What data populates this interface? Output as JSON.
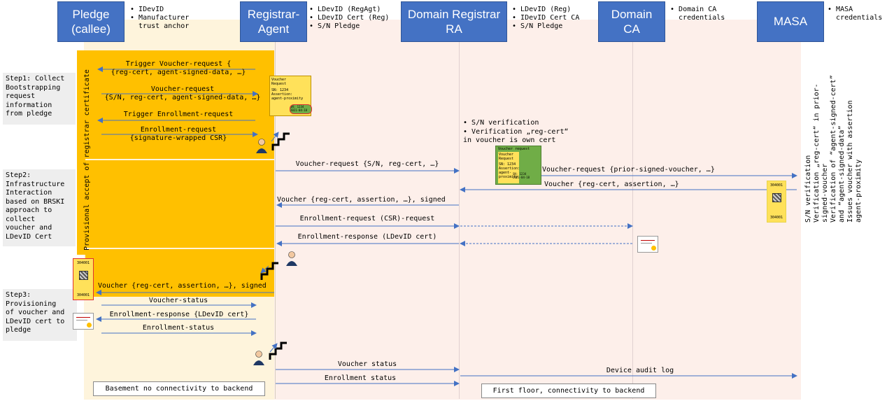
{
  "actors": {
    "pledge": "Pledge\n(callee)",
    "registrar_agent": "Registrar-\nAgent",
    "domain_registrar": "Domain Registrar\nRA",
    "domain_ca": "Domain\nCA",
    "masa": "MASA"
  },
  "credentials": {
    "pledge": [
      "IDevID",
      "Manufacturer\n  trust anchor"
    ],
    "registrar_agent": [
      "LDevID (RegAgt)",
      "LDevID Cert (Reg)",
      "S/N Pledge"
    ],
    "domain_registrar": [
      "LDevID (Reg)",
      "IDevID Cert CA",
      "S/N Pledge"
    ],
    "domain_ca": [
      "Domain CA\n  credentials"
    ],
    "masa": [
      "MASA\n  credentials"
    ]
  },
  "steps": {
    "step1": "Step1: Collect\nBootstrapping\nrequest\ninformation\nfrom pledge",
    "step2": "Step2:\nInfrastructure\nInteraction\nbased on BRSKI\napproach to\ncollect\nvoucher and\nLDevID Cert",
    "step3": "Step3:\nProvisioning\nof voucher and\nLDevID cert to\npledge"
  },
  "vertical_label": "Provisional accept of registrar certificate",
  "messages": {
    "m1": "Trigger Voucher-request {\n{reg-cert, agent-signed-data, …}",
    "m2": "Voucher-request\n{S/N, reg-cert, agent-signed-data, …}",
    "m3": "Trigger Enrollment-request",
    "m4": "Enrollment-request\n{signature-wrapped CSR}",
    "m5": "Voucher-request {S/N, reg-cert, …}",
    "m6": "Voucher-request {prior-signed-voucher, …}",
    "m7": "Voucher {reg-cert, assertion, …}",
    "m8": "Voucher {reg-cert, assertion, …}, signed",
    "m9": "Enrollment-request (CSR)-request",
    "m10": "Enrollment-response (LDevID cert)",
    "m11": "Voucher {reg-cert, assertion, …}, signed",
    "m12": "Voucher-status",
    "m13": "Enrollment-response {LDevID cert}",
    "m14": "Enrollment-status",
    "m15": "Voucher status",
    "m16": "Enrollment status",
    "m17": "Device audit log"
  },
  "ra_notes": [
    "S/N verification",
    "Verification „reg-cert“\nin voucher is own cert"
  ],
  "masa_notes": [
    "S/N verification",
    "Verification „reg-cert“ in prior-\nsigned-voucher",
    "Verification of “agent-signed-cert”\nand “agent-signed-data”",
    "Issues voucher with assertion\nagent-proximity"
  ],
  "voucher_docs": {
    "doc1": {
      "title": "Voucher\nRequest",
      "sn": "SN: 1234",
      "assert": "Assertion:\nagent-proximity",
      "stamp": "SN: 1234\n2021-04-18"
    },
    "doc2": {
      "header": "Voucher request",
      "title": "Voucher\nRequest",
      "sn": "SN: 1234",
      "assert": "Assertion:\nagent-\nproximity",
      "stamp": "SN: 1234\n2021-04-18"
    }
  },
  "cert_codes": {
    "top": "304001",
    "bottom": "304001"
  },
  "floors": {
    "basement": "Basement no connectivity to backend",
    "first": "First floor, connectivity to backend"
  },
  "colors": {
    "actor": "#4472C4",
    "orange": "#FFC000",
    "beige": "#FEF4DC",
    "pink": "#FDEFEA",
    "arrow": "#4472C4",
    "yellow": "#FFE15A",
    "green": "#70AD47",
    "red": "#E03030"
  }
}
